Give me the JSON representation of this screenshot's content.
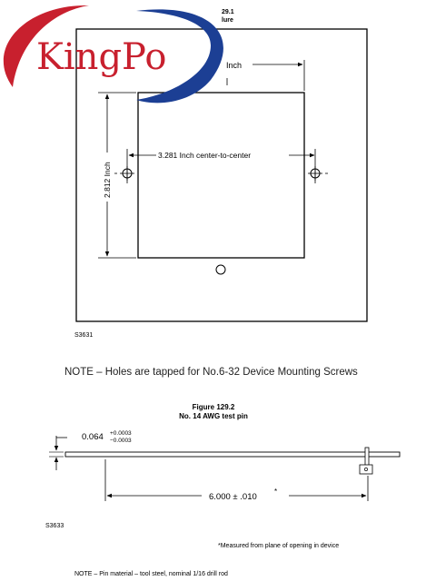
{
  "logo": {
    "text": "KingPo",
    "colors": {
      "red": "#c8202e",
      "blue": "#1c3f94"
    }
  },
  "figure1": {
    "header_number": "29.1",
    "header_word": "lure",
    "dim_top": "Inch",
    "dim_horizontal": "3.281 Inch center-to-center",
    "dim_vertical": "2.812 Inch",
    "code": "S3631",
    "note": "NOTE – Holes are tapped for No.6-32 Device Mounting Screws"
  },
  "figure2": {
    "title": "Figure 129.2",
    "subtitle": "No. 14 AWG test pin",
    "diameter": "0.064",
    "tol_plus": "+0.0003",
    "tol_minus": "−0.0003",
    "length": "6.000 ± .010",
    "length_mark": "*",
    "code": "S3633",
    "footnote": "*Measured from plane of opening in device",
    "note": "NOTE – Pin material – tool steel, nominal 1/16 drill rod"
  }
}
